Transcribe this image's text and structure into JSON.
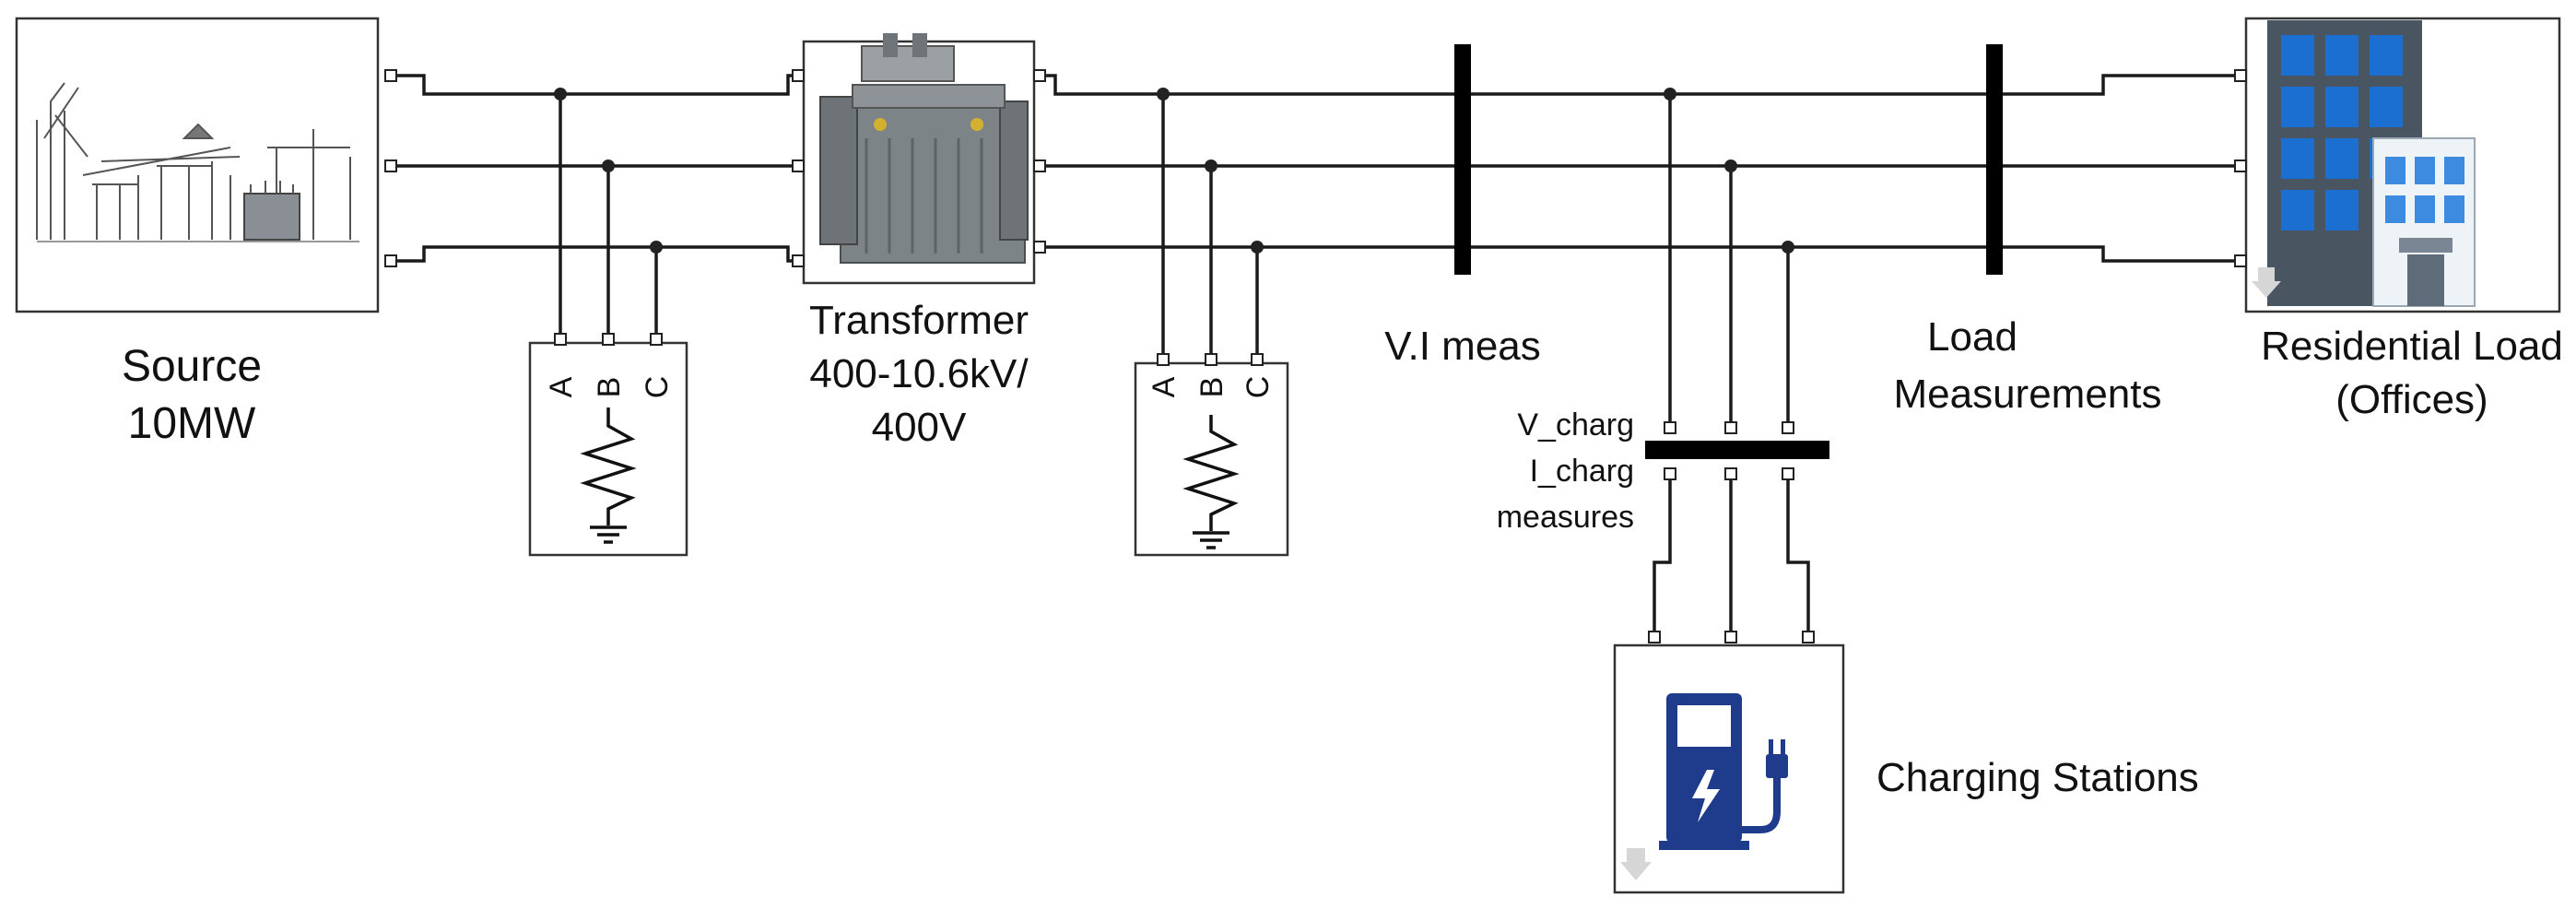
{
  "blocks": {
    "source": {
      "title": "Source",
      "rating": "10MW"
    },
    "transformer": {
      "line1": "Transformer",
      "line2": "400-10.6kV/",
      "line3": "400V"
    },
    "vi_meas": {
      "label": "V.I meas"
    },
    "charg_meas": {
      "line1": "V_charg",
      "line2": "I_charg",
      "line3": "measures"
    },
    "load_meas": {
      "line1": "Load",
      "line2": "Measurements"
    },
    "residential": {
      "line1": "Residential Load",
      "line2": "(Offices)"
    },
    "charging": {
      "label": "Charging Stations"
    },
    "load1": {
      "phase_a": "A",
      "phase_b": "B",
      "phase_c": "C"
    },
    "load2": {
      "phase_a": "A",
      "phase_b": "B",
      "phase_c": "C"
    }
  },
  "colors": {
    "charger_blue": "#1f3b8c",
    "building_blue": "#1b6fd0",
    "building_grey": "#4a5562",
    "transformer_grey": "#7d8488"
  },
  "icons": [
    "substation-icon",
    "transformer-icon",
    "resistor-icon",
    "ground-icon",
    "building-icon",
    "ev-charger-icon",
    "lightning-icon",
    "plug-icon"
  ]
}
